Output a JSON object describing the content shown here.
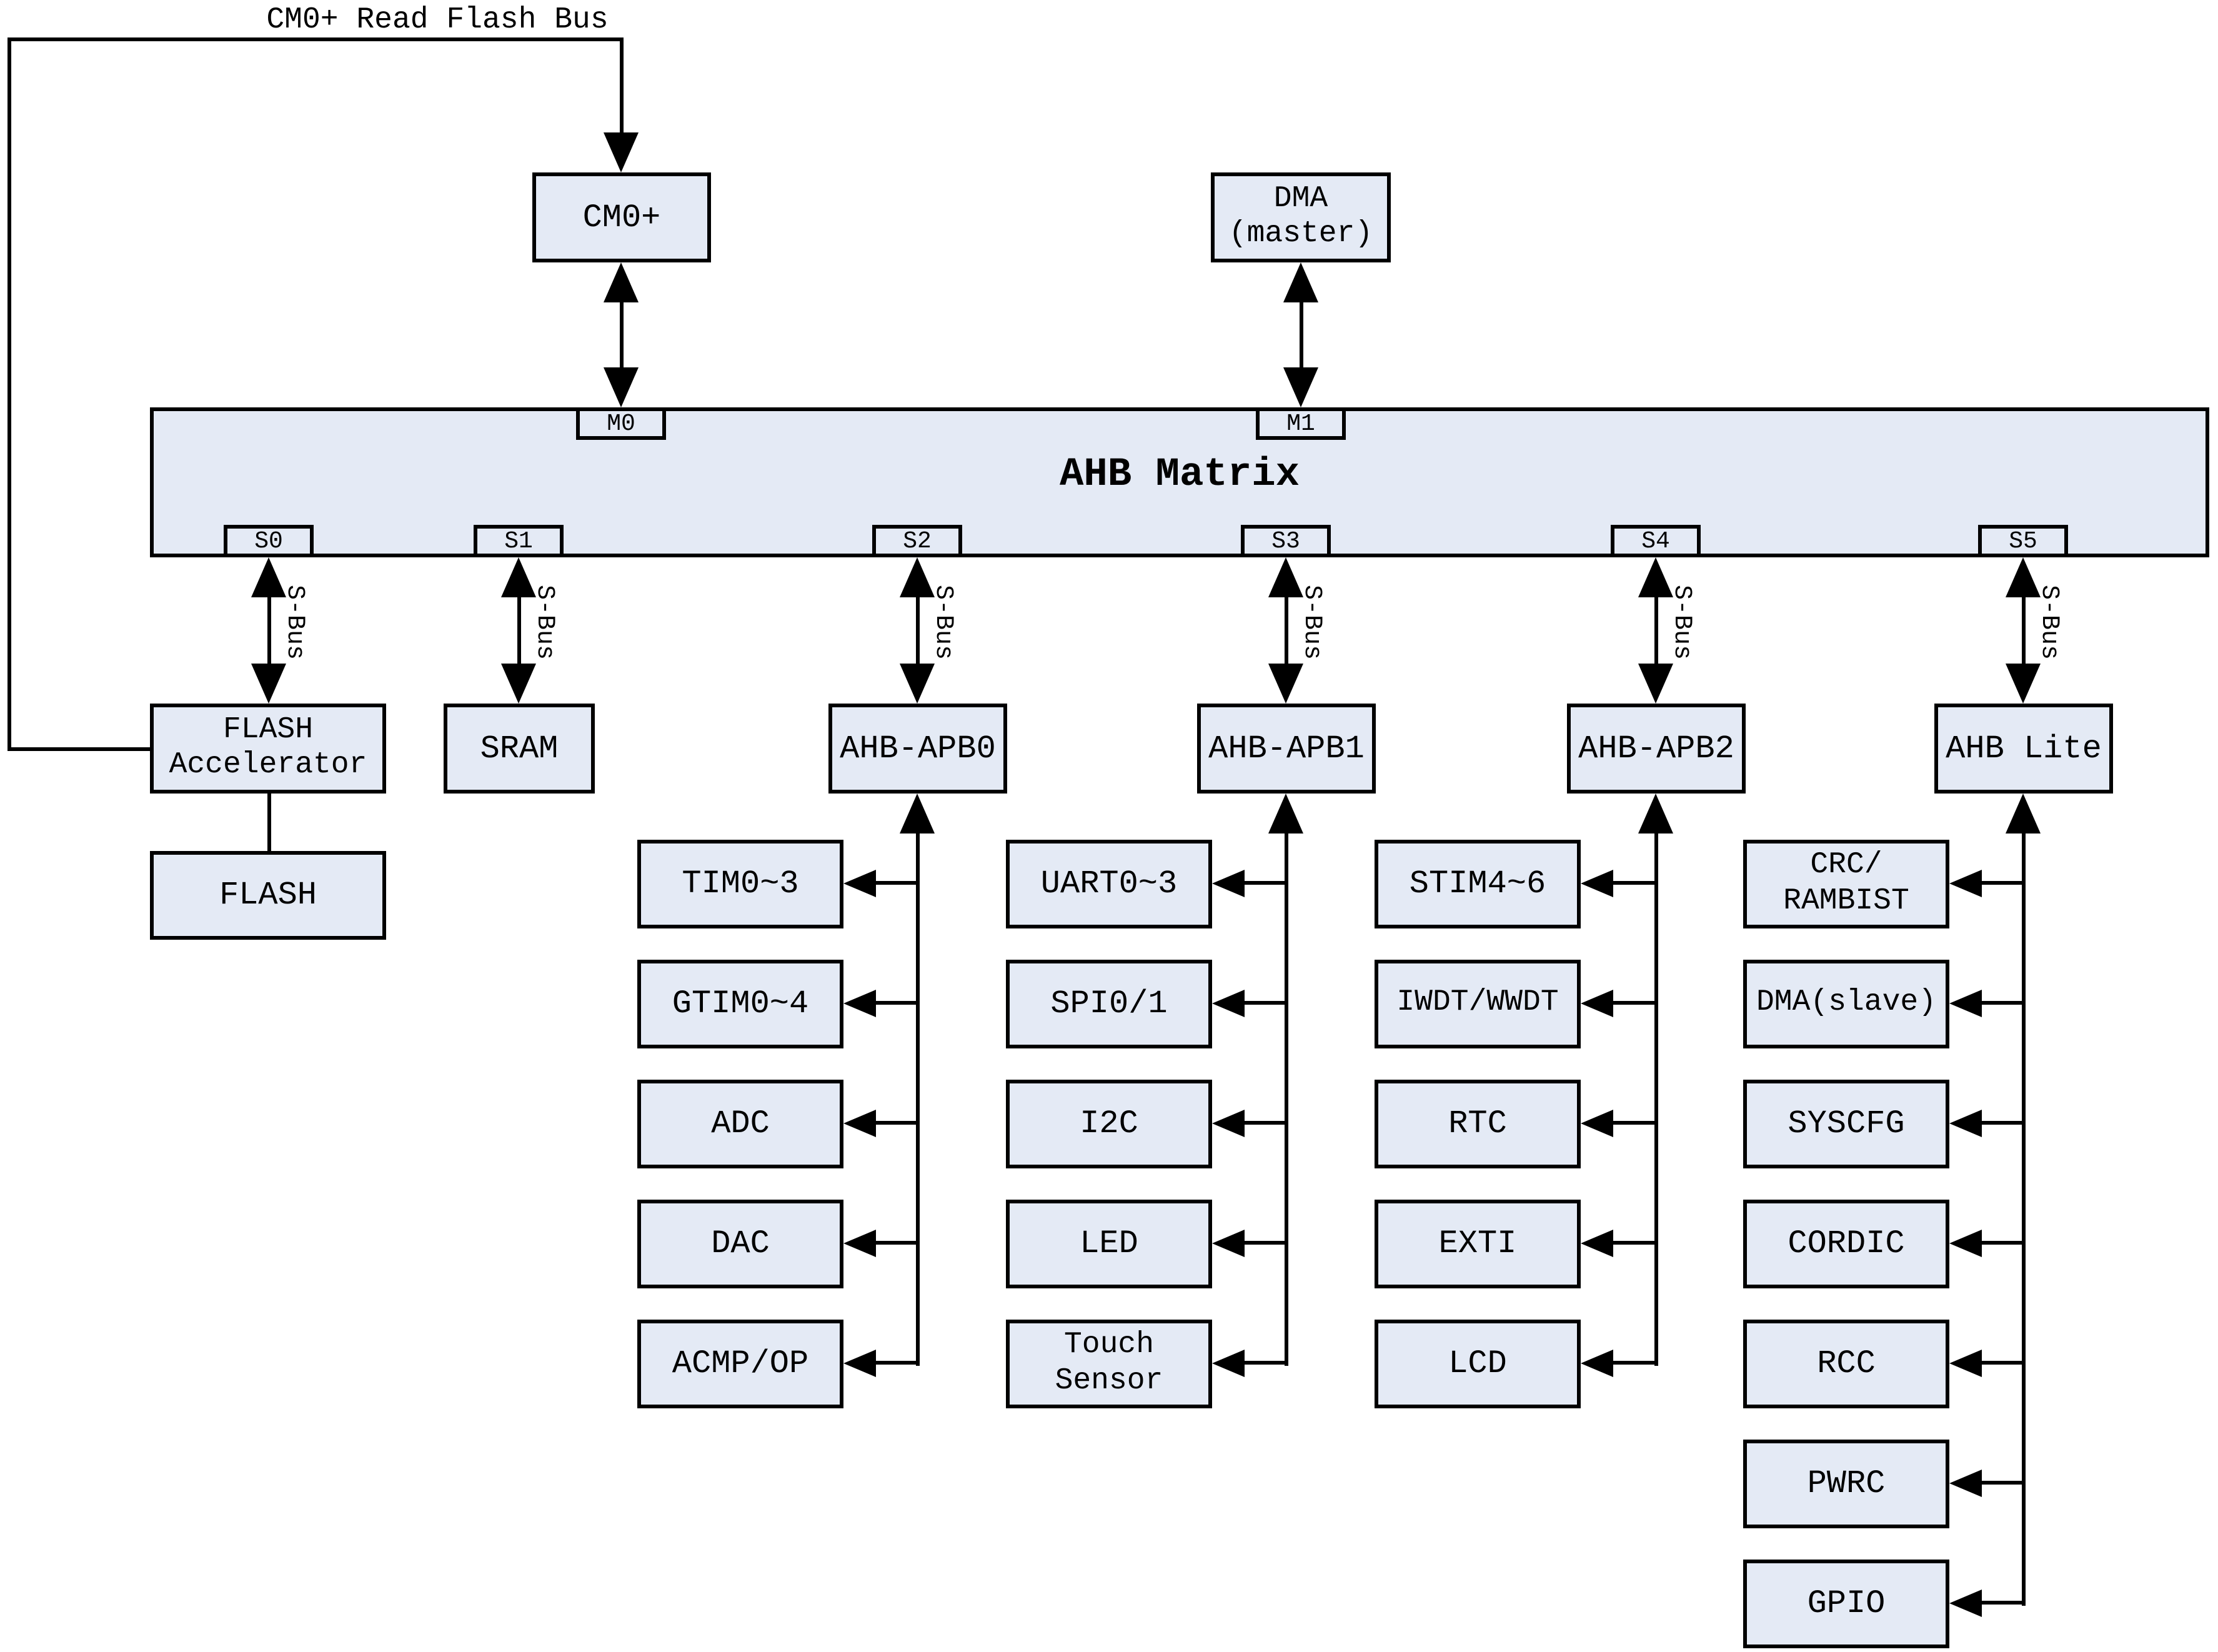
{
  "colors": {
    "box_fill": "#e4eaf5",
    "line": "#000000"
  },
  "top_bus": {
    "label": "CM0+ Read Flash Bus"
  },
  "masters": [
    {
      "label": "CM0+",
      "port": "M0"
    },
    {
      "label": "DMA\n(master)",
      "port": "M1"
    }
  ],
  "matrix": {
    "title": "AHB Matrix"
  },
  "sbus_label": "S-Bus",
  "slaves": [
    {
      "port": "S0",
      "label": "FLASH\nAccelerator"
    },
    {
      "port": "S1",
      "label": "SRAM"
    },
    {
      "port": "S2",
      "label": "AHB-APB0"
    },
    {
      "port": "S3",
      "label": "AHB-APB1"
    },
    {
      "port": "S4",
      "label": "AHB-APB2"
    },
    {
      "port": "S5",
      "label": "AHB Lite"
    }
  ],
  "flash_child": {
    "label": "FLASH"
  },
  "columns": [
    {
      "bridge": "AHB-APB0",
      "items": [
        "TIM0~3",
        "GTIM0~4",
        "ADC",
        "DAC",
        "ACMP/OP"
      ]
    },
    {
      "bridge": "AHB-APB1",
      "items": [
        "UART0~3",
        "SPI0/1",
        "I2C",
        "LED",
        "Touch\nSensor"
      ]
    },
    {
      "bridge": "AHB-APB2",
      "items": [
        "STIM4~6",
        "IWDT/WWDT",
        "RTC",
        "EXTI",
        "LCD"
      ]
    },
    {
      "bridge": "AHB Lite",
      "items": [
        "CRC/\nRAMBIST",
        "DMA(slave)",
        "SYSCFG",
        "CORDIC",
        "RCC",
        "PWRC",
        "GPIO"
      ]
    }
  ]
}
